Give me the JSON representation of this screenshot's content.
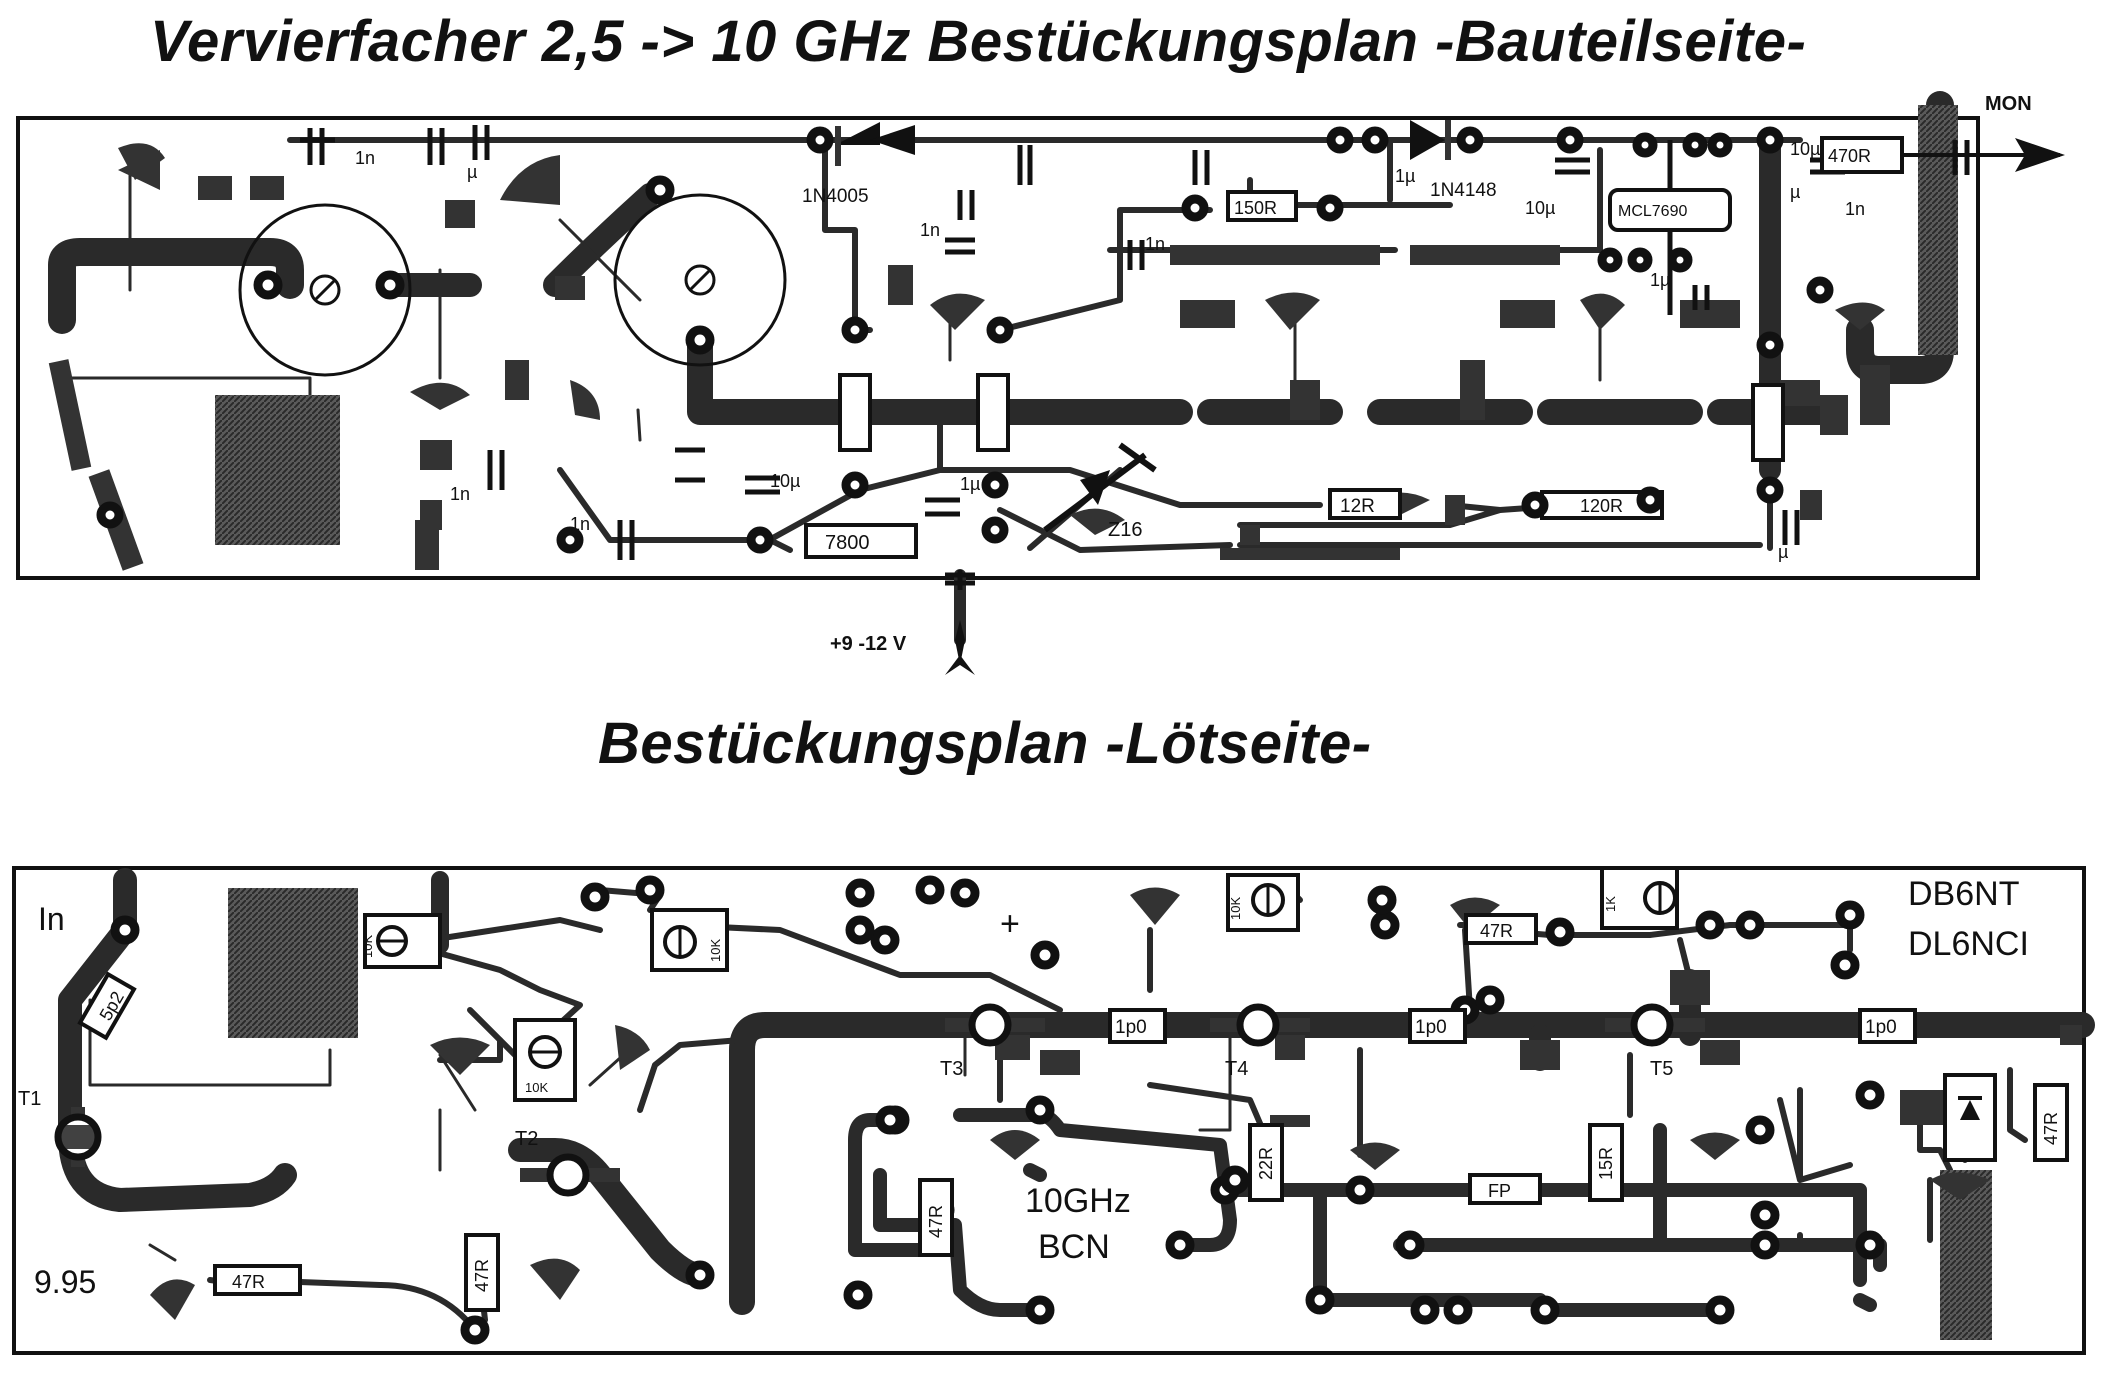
{
  "titles": {
    "top": "Vervierfacher  2,5 -> 10 GHz Bestückungsplan -Bauteilseite-",
    "bottom": "Bestückungsplan  -Lötseite-"
  },
  "component_side": {
    "connectors": {
      "mon": "MON",
      "supply": "+9 -12 V"
    },
    "labels": {
      "diode_1n4005": "1N4005",
      "diode_1n4148": "1N4148",
      "regulator_7800": "7800",
      "zener_z16": "Z16",
      "res_120r": "120R",
      "res_12r": "12R",
      "res_470r": "470R",
      "res_150r": "150R",
      "cap_1n_a": "1n",
      "cap_1n_b": "1n",
      "cap_1n_c": "1n",
      "cap_1n_d": "1n",
      "cap_1n_e": "1n",
      "cap_1n_f": "1n",
      "cap_10u_a": "10µ",
      "cap_10u_b": "10µ",
      "cap_10u_c": "10µ",
      "cap_1u_a": "1µ",
      "cap_1u_b": "1µ",
      "cap_1u_c": "1µ",
      "cap_u_a": "µ",
      "cap_u_b": "µ",
      "cap_u_c": "µ",
      "mmic": "MCL7690"
    }
  },
  "solder_side": {
    "labels": {
      "in": "In",
      "freq": "9.95",
      "t1": "T1",
      "t2": "T2",
      "t3": "T3",
      "t4": "T4",
      "t5": "T5",
      "callsign_1": "DB6NT",
      "callsign_2": "DL6NCI",
      "board_freq": "10GHz",
      "board_name": "BCN",
      "cap_5p2": "5p2",
      "cap_1p0_a": "1p0",
      "cap_1p0_b": "1p0",
      "cap_1p0_c": "1p0",
      "res_47r_a": "47R",
      "res_47r_b": "47R",
      "res_47r_c": "47R",
      "res_47r_d": "47R",
      "res_47r_e": "47R",
      "res_22r": "22R",
      "res_15r": "15R",
      "fp": "FP",
      "pot_10k_a": "10K",
      "pot_10k_b": "10K",
      "pot_10k_c": "10K",
      "pot_10k_d": "10K",
      "pot_1k": "1K",
      "plus": "+"
    }
  }
}
